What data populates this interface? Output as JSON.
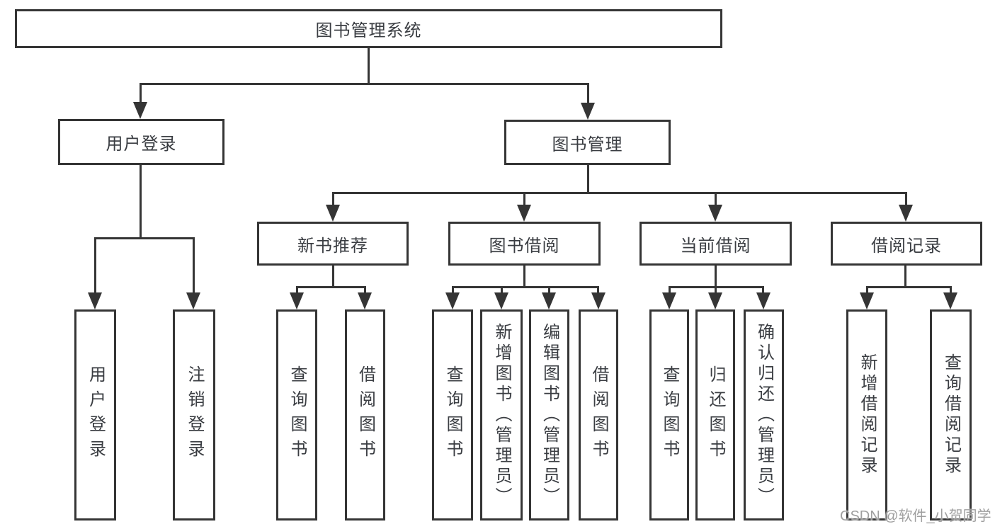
{
  "diagram": {
    "root": "图书管理系统",
    "level2": [
      "用户登录",
      "图书管理"
    ],
    "level3": [
      "新书推荐",
      "图书借阅",
      "当前借阅",
      "借阅记录"
    ],
    "leaves": [
      "用户登录",
      "注销登录",
      "查询图书",
      "借阅图书",
      "查询图书",
      "新增图书（管理员）",
      "编辑图书（管理员）",
      "借阅图书",
      "查询图书",
      "归还图书",
      "确认归还（管理员）",
      "新增借阅记录",
      "查询借阅记录"
    ]
  },
  "watermark": "CSDN @软件_小贺同学",
  "colors": {
    "line": "#353535",
    "text": "#3a3d42",
    "watermark": "#9f9f9f",
    "background": "#ffffff"
  }
}
